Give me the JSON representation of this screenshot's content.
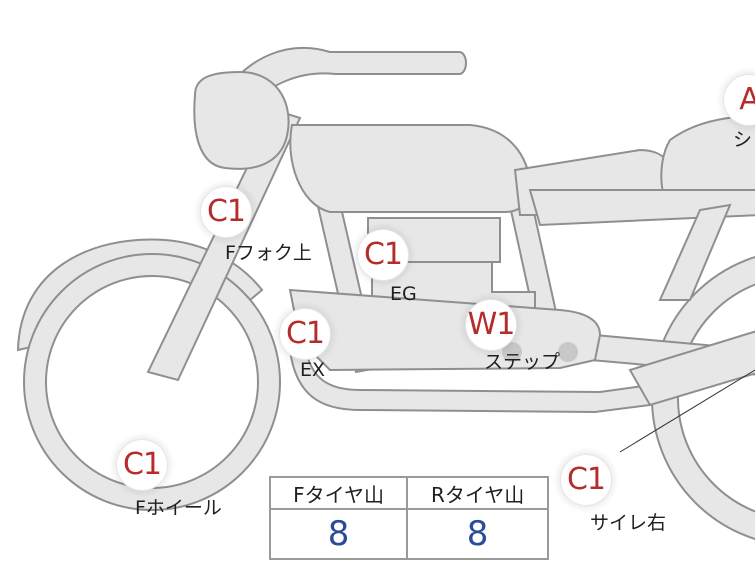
{
  "markers": [
    {
      "id": "f-fork-upper",
      "code": "C1",
      "label": "Fフォク上"
    },
    {
      "id": "eg",
      "code": "C1",
      "label": "EG"
    },
    {
      "id": "ex",
      "code": "C1",
      "label": "EX"
    },
    {
      "id": "step",
      "code": "W1",
      "label": "ステップ"
    },
    {
      "id": "f-wheel",
      "code": "C1",
      "label": "Fホイール"
    },
    {
      "id": "silencer-right",
      "code": "C1",
      "label": "サイレ右"
    },
    {
      "id": "seat-edge",
      "code": "A",
      "label": "シ"
    }
  ],
  "tire_table": {
    "headers": [
      "Fタイヤ山",
      "Rタイヤ山"
    ],
    "values": [
      "8",
      "8"
    ]
  },
  "colors": {
    "marker_code": "#b52c2a",
    "value_text": "#2b4a9a",
    "part_fill": "#e6e7e6",
    "part_outline": "#8f8f8f"
  }
}
